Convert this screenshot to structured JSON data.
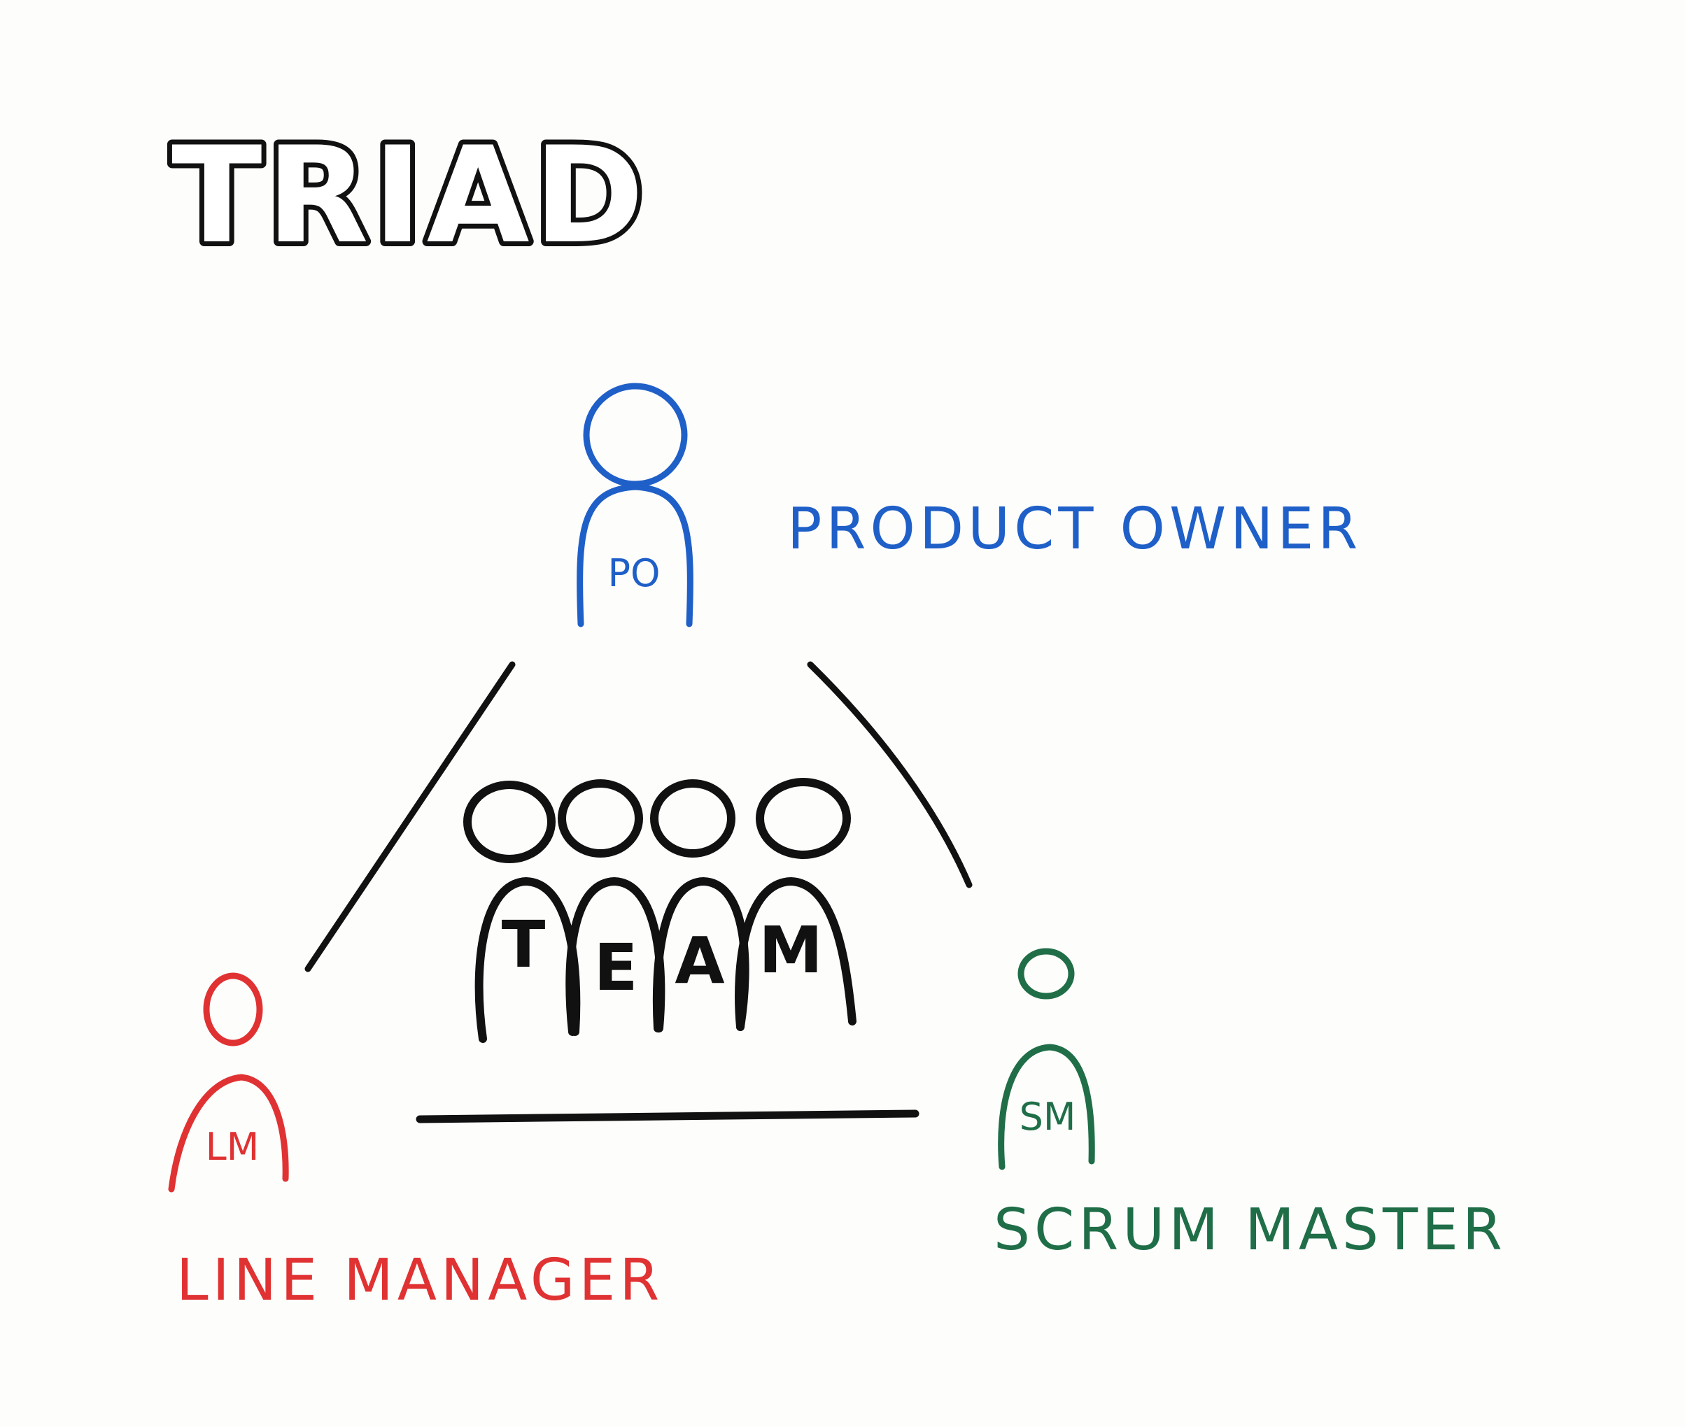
{
  "title": "TRIAD",
  "colors": {
    "ink": "#111111",
    "product_owner": "#1f5fc8",
    "line_manager": "#e03232",
    "scrum_master": "#1f6e48"
  },
  "roles": {
    "product_owner": {
      "label": "PRODUCT OWNER",
      "badge": "PO"
    },
    "line_manager": {
      "label": "LINE MANAGER",
      "badge": "LM"
    },
    "scrum_master": {
      "label": "SCRUM MASTER",
      "badge": "SM"
    }
  },
  "team": {
    "letters": [
      "T",
      "E",
      "A",
      "M"
    ]
  }
}
